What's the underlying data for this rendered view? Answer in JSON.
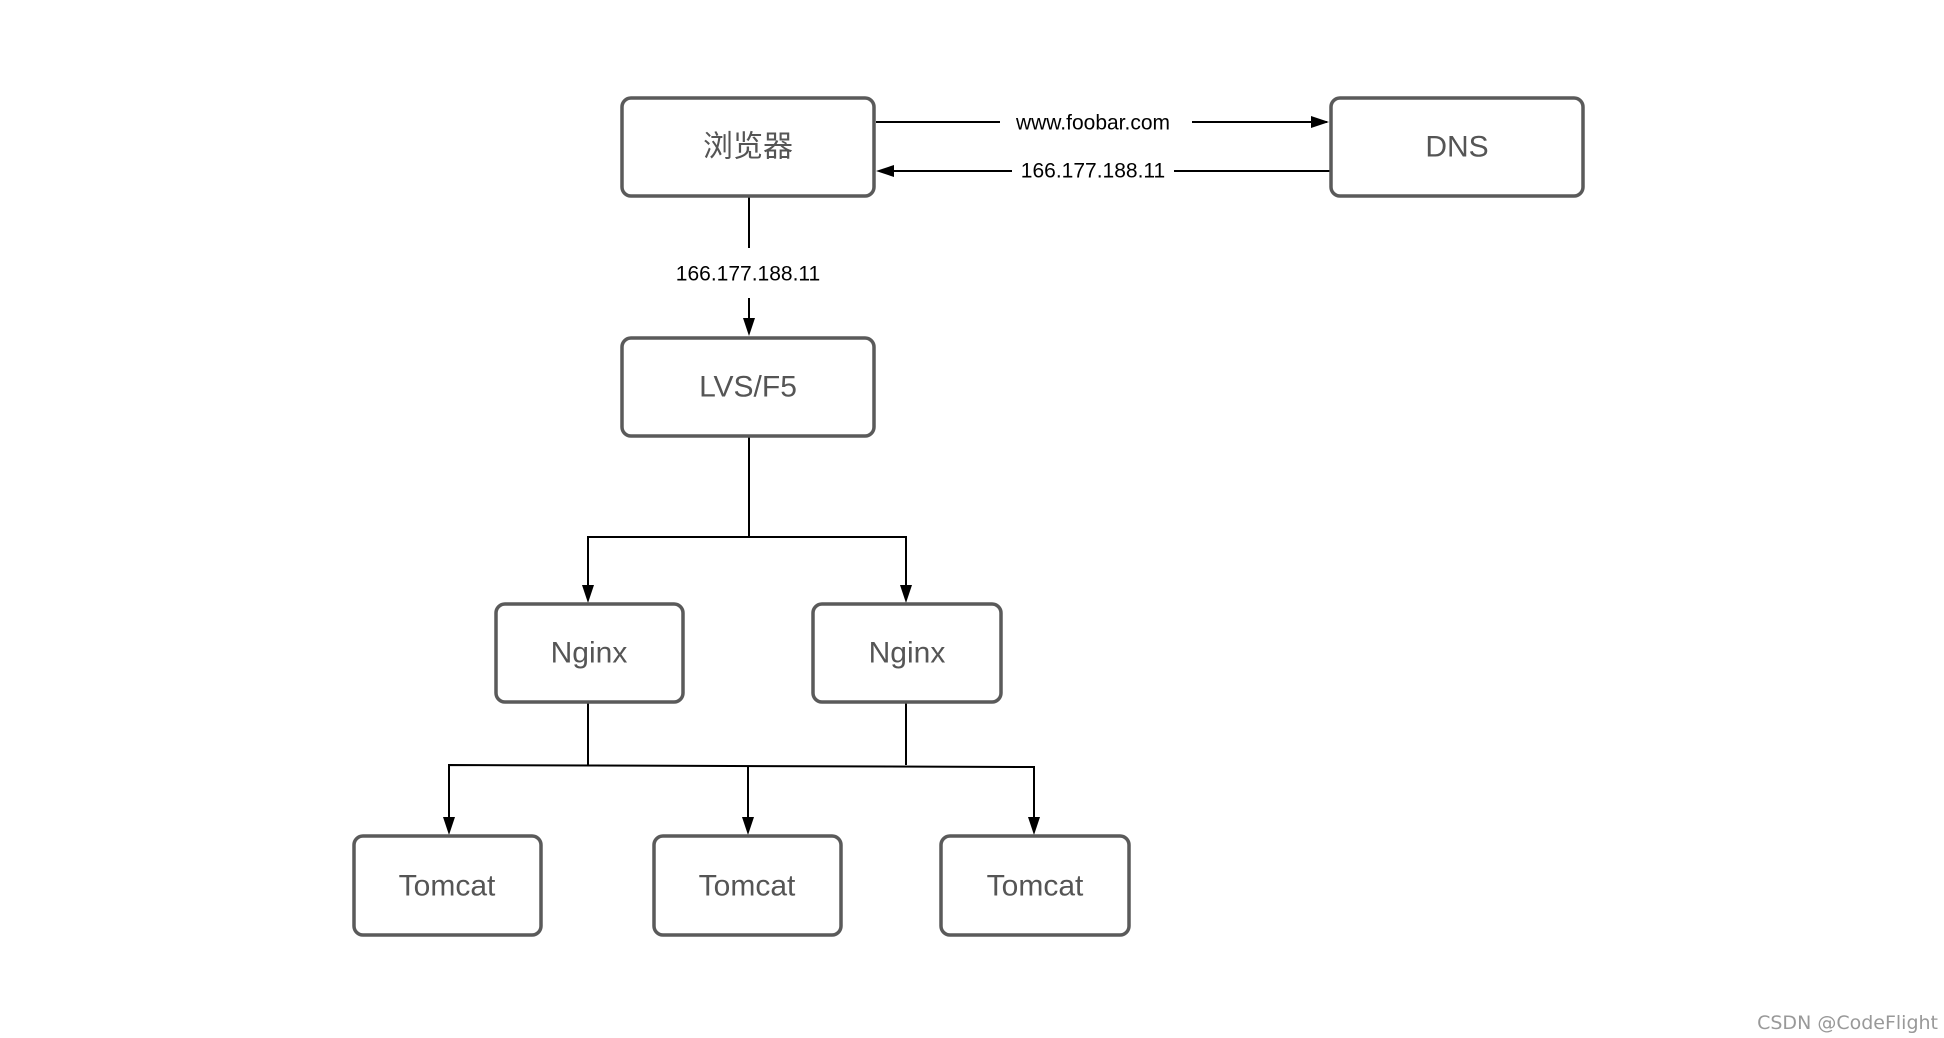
{
  "nodes": {
    "browser": "浏览器",
    "dns": "DNS",
    "lvs": "LVS/F5",
    "nginx1": "Nginx",
    "nginx2": "Nginx",
    "tomcat1": "Tomcat",
    "tomcat2": "Tomcat",
    "tomcat3": "Tomcat"
  },
  "edges": {
    "browser_to_dns": "www.foobar.com",
    "dns_to_browser": "166.177.188.11",
    "browser_to_lvs": "166.177.188.11"
  },
  "watermark": "CSDN @CodeFlight"
}
